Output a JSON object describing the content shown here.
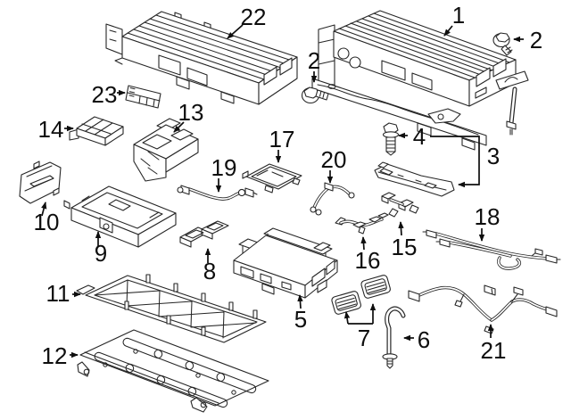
{
  "diagram": {
    "type": "exploded-parts-diagram",
    "colors": {
      "background": "#ffffff",
      "line": "#262626",
      "label": "#0e0e0e"
    },
    "callouts": [
      {
        "label": "1"
      },
      {
        "label": "2"
      },
      {
        "label": "2"
      },
      {
        "label": "3"
      },
      {
        "label": "4"
      },
      {
        "label": "5"
      },
      {
        "label": "6"
      },
      {
        "label": "7"
      },
      {
        "label": "8"
      },
      {
        "label": "9"
      },
      {
        "label": "10"
      },
      {
        "label": "11"
      },
      {
        "label": "12"
      },
      {
        "label": "13"
      },
      {
        "label": "14"
      },
      {
        "label": "15"
      },
      {
        "label": "16"
      },
      {
        "label": "17"
      },
      {
        "label": "18"
      },
      {
        "label": "19"
      },
      {
        "label": "20"
      },
      {
        "label": "21"
      },
      {
        "label": "22"
      },
      {
        "label": "23"
      }
    ]
  }
}
